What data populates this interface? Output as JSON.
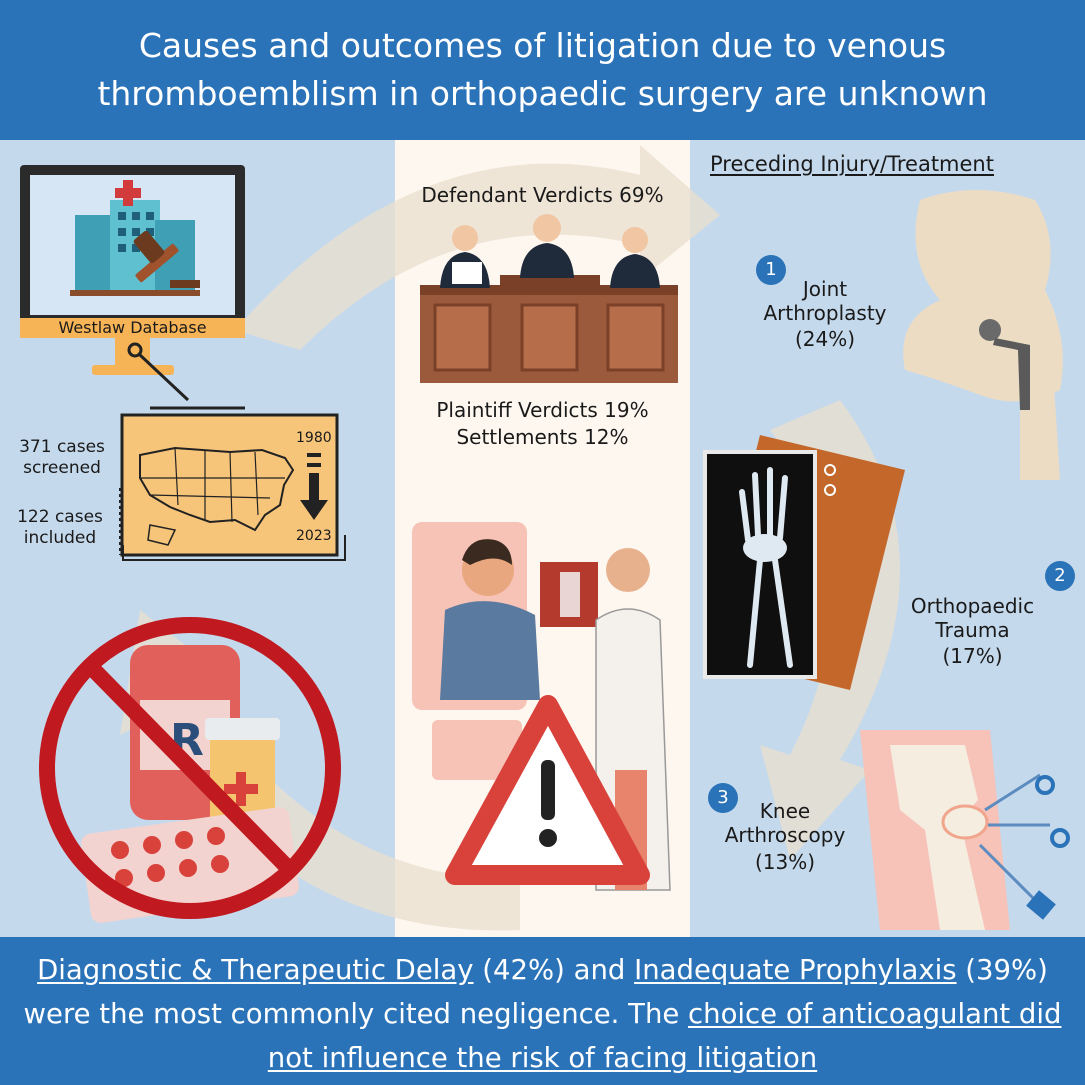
{
  "header": {
    "title_line1": "Causes and outcomes of litigation due to venous",
    "title_line2": "thromboemblism in orthopaedic surgery are unknown"
  },
  "database": {
    "label": "Westlaw Database",
    "screened": "371 cases\nscreened",
    "included": "122 cases\nincluded",
    "year_start": "1980",
    "year_end": "2023"
  },
  "verdicts": {
    "defendant": "Defendant Verdicts 69%",
    "plaintiff": "Plaintiff Verdicts 19%",
    "settlements": "Settlements 12%"
  },
  "injury": {
    "heading": "Preceding Injury/Treatment",
    "items": [
      {
        "num": "1",
        "name": "Joint\nArthroplasty",
        "pct": "(24%)"
      },
      {
        "num": "2",
        "name": "Orthopaedic\nTrauma",
        "pct": "(17%)"
      },
      {
        "num": "3",
        "name": "Knee\nArthroscopy",
        "pct": "(13%)"
      }
    ]
  },
  "footer": {
    "p1": "Diagnostic  & Therapeutic Delay",
    "p2": " (42%) and ",
    "p3": "Inadequate Prophylaxis",
    "p4": " (39%) were the most commonly cited negligence. The ",
    "p5": "choice of anticoagulant did not influence the risk of facing litigation"
  },
  "colors": {
    "header_blue": "#2b73b8",
    "panel_bg": "#c5d9ec",
    "center_bg": "#fdf7ef",
    "prohibition_red": "#c0191f",
    "warning_red": "#d9413b"
  }
}
